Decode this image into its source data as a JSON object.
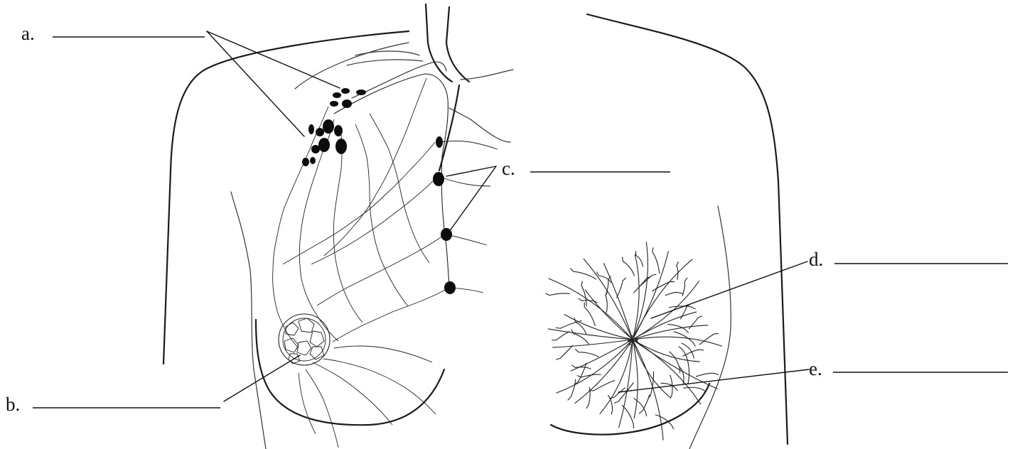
{
  "labels": {
    "a": "a.",
    "b": "b.",
    "c": "c.",
    "d": "d.",
    "e": "e."
  },
  "colors": {
    "ink": "#111111",
    "node": "#0c0c0c",
    "background": "#ffffff"
  }
}
